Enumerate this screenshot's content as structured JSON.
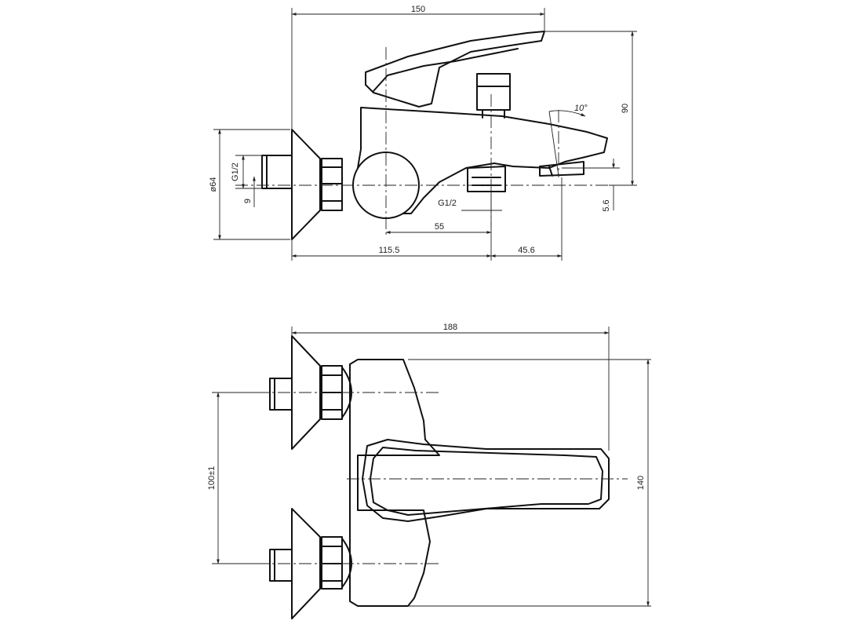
{
  "top_view": {
    "dims": {
      "overall_width": "150",
      "height": "90",
      "inlet_diameter": "ø64",
      "inlet_thread": "G1/2",
      "inlet_offset": "9",
      "spout_angle": "10°",
      "outlet_thread": "G1/2",
      "outlet_distance": "55",
      "spout_drop": "5.6",
      "base_to_outlet": "115.5",
      "outlet_to_spout": "45.6"
    }
  },
  "bottom_view": {
    "dims": {
      "overall_length": "188",
      "centers": "100±1",
      "depth": "140"
    }
  }
}
